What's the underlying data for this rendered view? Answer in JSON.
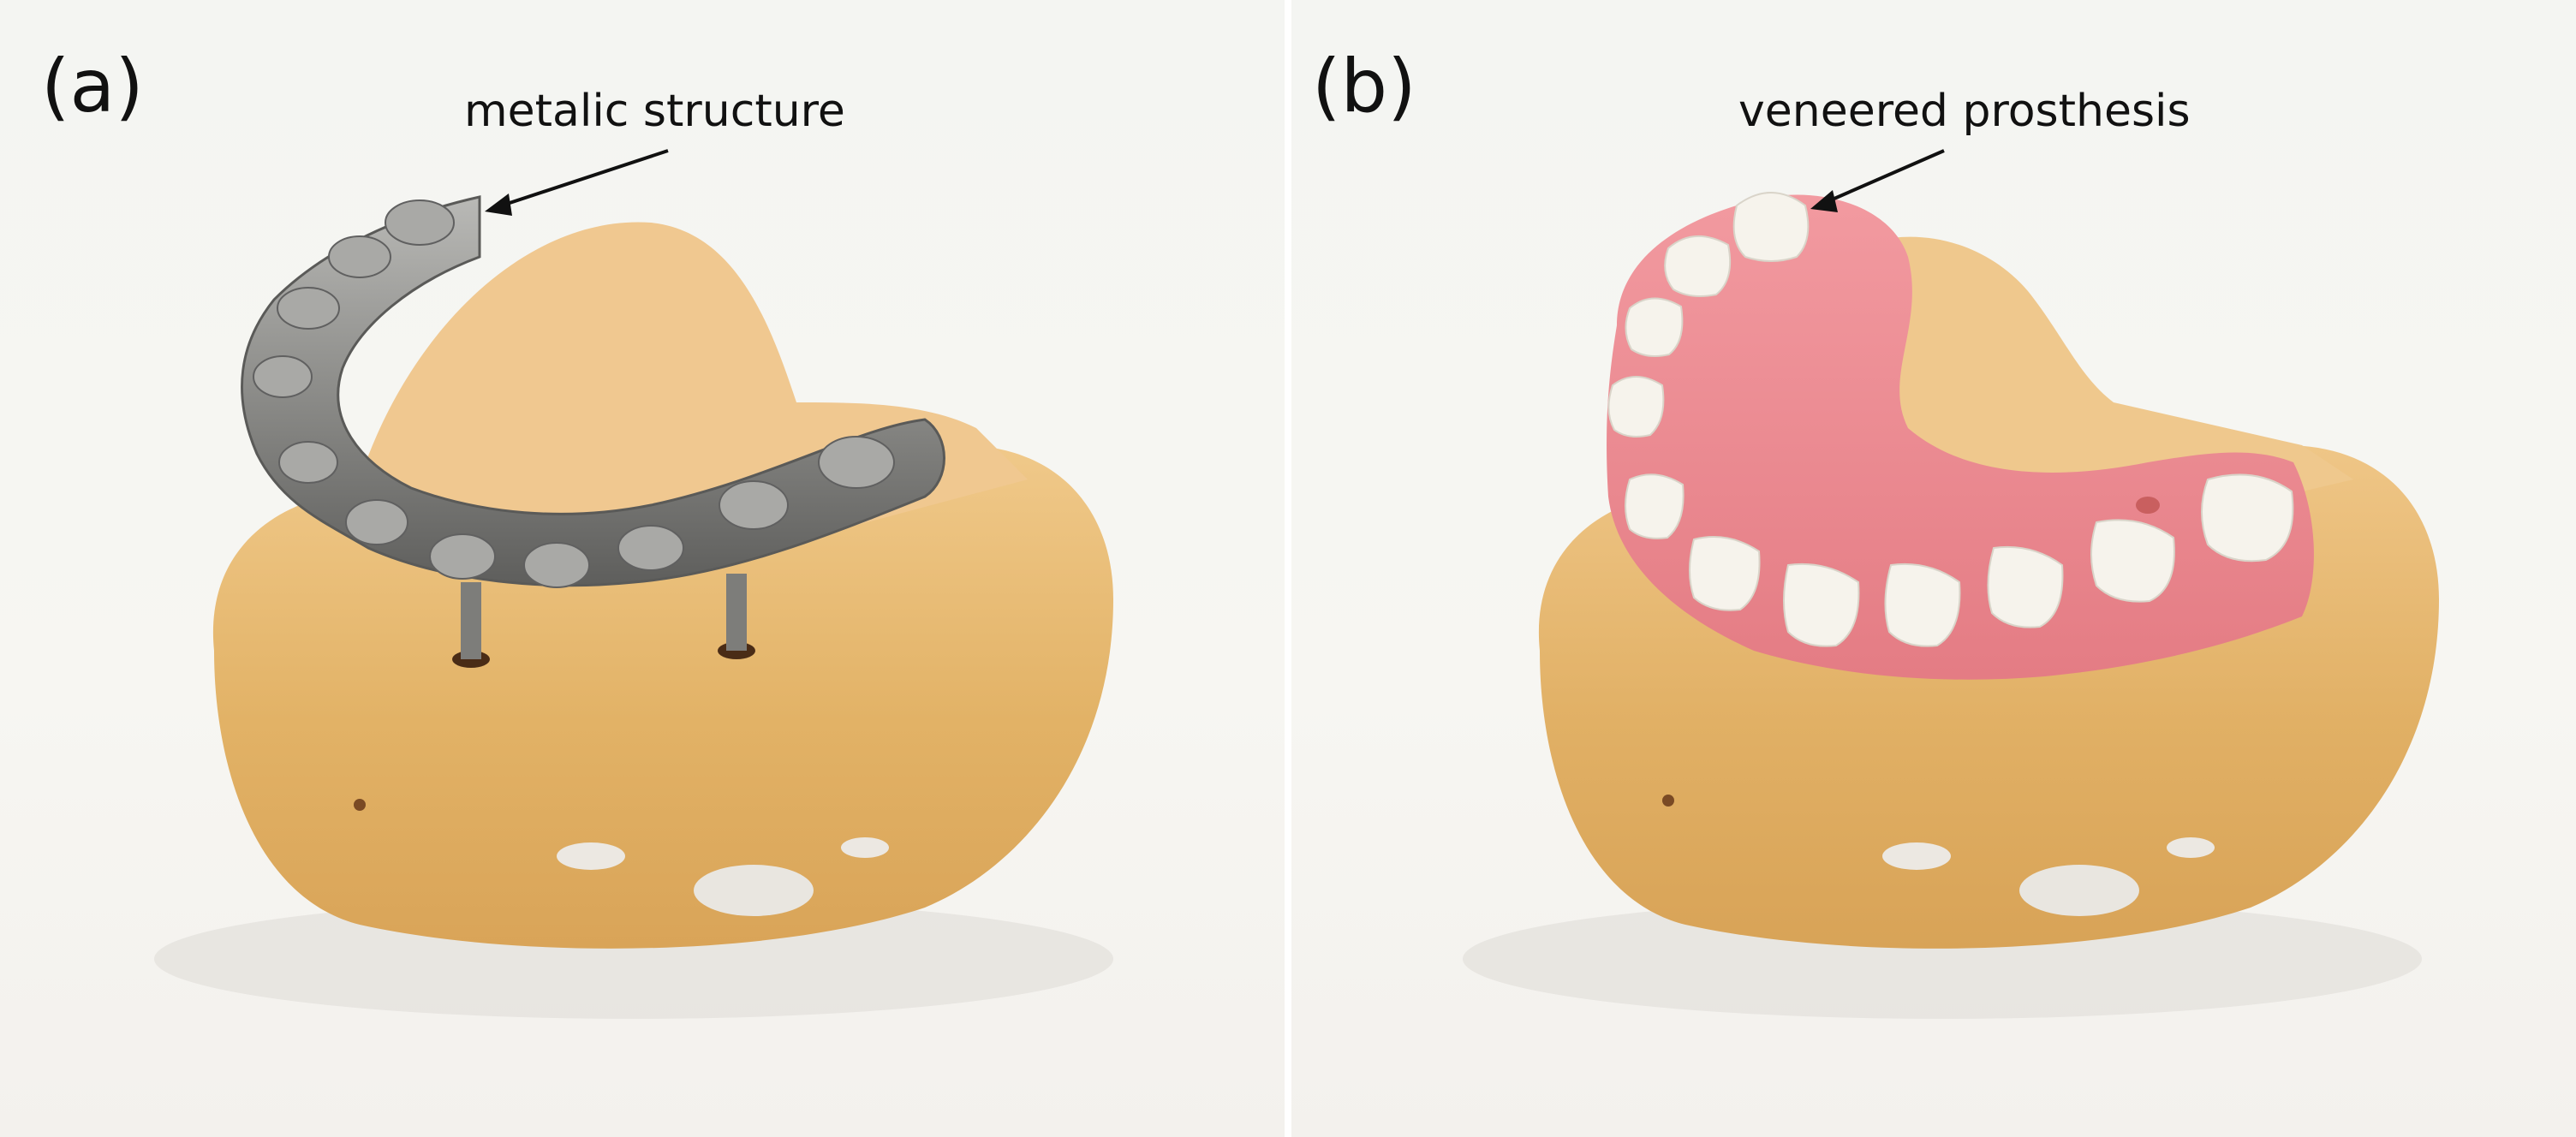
{
  "panels": [
    {
      "letter": "(a)",
      "annotation": "metalic structure"
    },
    {
      "letter": "(b)",
      "annotation": "veneered prosthesis"
    }
  ],
  "colors": {
    "background": "#f6f6f3",
    "plaster_cast": "#e3b46a",
    "metal_framework": "#8f8f8c",
    "gingiva_acrylic": "#ec8d93",
    "teeth": "#f4f1ea",
    "arrow": "#111111"
  }
}
